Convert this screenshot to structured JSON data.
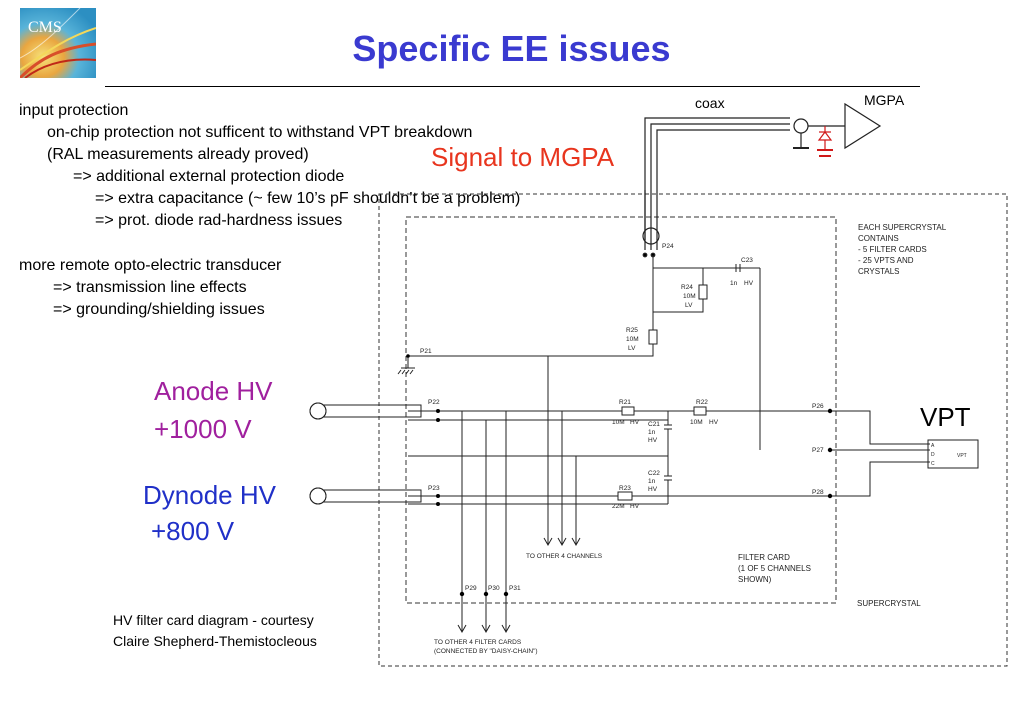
{
  "slide": {
    "title": "Specific EE issues",
    "logo_text": "CMS"
  },
  "bullets": [
    "input protection",
    "on-chip protection not sufficent to withstand VPT breakdown",
    "(RAL measurements already proved)",
    "=> additional external protection diode",
    "=> extra capacitance (~ few 10’s pF shouldn’t be a problem)",
    "=> prot. diode rad-hardness issues",
    "more remote opto-electric transducer",
    "=> transmission line effects",
    "=> grounding/shielding issues"
  ],
  "labels": {
    "signal": "Signal to MGPA",
    "anode_hv": "Anode HV",
    "anode_v": "+1000 V",
    "dynode_hv": "Dynode HV",
    "dynode_v": "+800 V",
    "vpt": "VPT",
    "coax": "coax",
    "mgpa": "MGPA",
    "credit_1": "HV filter card diagram - courtesy",
    "credit_2": "Claire Shepherd-Themistocleous"
  },
  "schematic": {
    "info": [
      "EACH SUPERCRYSTAL",
      "CONTAINS",
      " - 5 FILTER CARDS",
      " - 25 VPTS AND",
      "CRYSTALS"
    ],
    "supercrystal": "SUPERCRYSTAL",
    "filter_card": [
      "FILTER CARD",
      "(1 OF 5 CHANNELS",
      "SHOWN)"
    ],
    "other_channels": "TO OTHER 4 CHANNELS",
    "other_cards": [
      "TO OTHER 4 FILTER CARDS",
      "(CONNECTED BY \"DAISY-CHAIN\")"
    ],
    "pins": {
      "p21": "P21",
      "p22": "P22",
      "p23": "P23",
      "p24": "P24",
      "p26": "P26",
      "p27": "P27",
      "p28": "P28",
      "p29": "P29",
      "p30": "P30",
      "p31": "P31"
    },
    "c23": [
      "C23",
      "1n",
      "HV"
    ],
    "r24": [
      "R24",
      "10M",
      "LV"
    ],
    "r25": [
      "R25",
      "10M",
      "LV"
    ],
    "r21": [
      "R21",
      "10M",
      "HV"
    ],
    "r22": [
      "R22",
      "10M",
      "HV"
    ],
    "r23": [
      "R23",
      "22M",
      "HV"
    ],
    "c21": [
      "C21",
      "1n",
      "HV"
    ],
    "c22": [
      "C22",
      "1n",
      "HV"
    ],
    "vpt_pins": [
      "A",
      "D",
      "C"
    ],
    "vpt_box": "VPT"
  },
  "colors": {
    "title": "#3a3ad0",
    "signal": "#e8351e",
    "anode": "#a0209e",
    "dynode": "#2030c8",
    "diode": "#d01818"
  }
}
